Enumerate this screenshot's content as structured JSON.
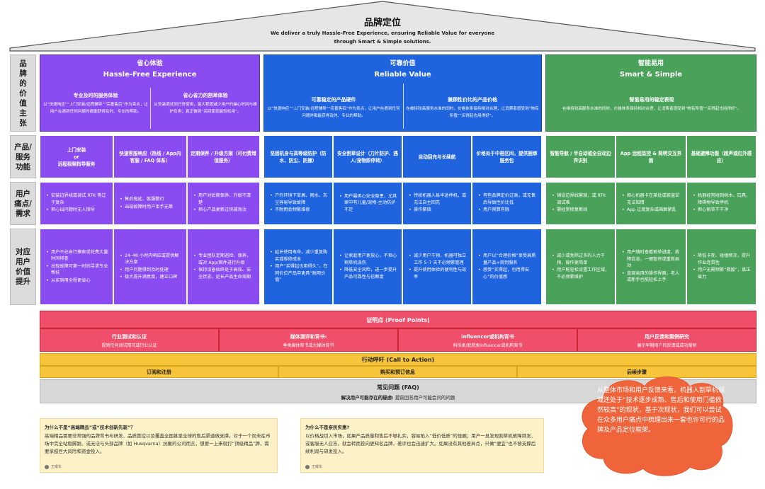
{
  "brand": {
    "title": "品牌定位",
    "subtitle": "We deliver a truly Hassle-Free Experience, ensuring Reliable Value for everyone through Smart & Simple solutions."
  },
  "rows": {
    "value": "品牌的价值主张",
    "product": "产品/服务功能",
    "pain": "用户痛点/需求",
    "response": "对应用户价值提升"
  },
  "pillars": [
    {
      "title_cn": "省心体验",
      "title_en": "Hassle-Free Experience",
      "color": "#8a4cf0",
      "subs": [
        {
          "t": "专业及时的服务体验",
          "d": "以“快速响应”“上门安装/远程辅导”“完善售后”作为卖点，让用户在遇到任何问题时都能获得及时、专业的帮助。"
        },
        {
          "t": "省心省力的割草体验",
          "d": "从安装调试到日常使用，最大程度减少用户的操心时间与维护负担；真正做到“买回家就能轻松用”。"
        }
      ],
      "features": [
        "上门安装\nor\n远程视频指导服务",
        "快速客服响应（热线 / App内客服 / FAQ 体系）",
        "定期保养 / 升级方案（可付费增值服务）"
      ],
      "pains": [
        [
          "安装边界线或调试 RTK 等过于复杂",
          "担心出问题时无人指导"
        ],
        [
          "售后拖延、客服敷衍",
          "出现故障时用户束手无策"
        ],
        [
          "用户对后期保养、升级不清楚",
          "担心产品更新过快被淘汰"
        ]
      ],
      "responses": [
        [
          "用户不必自行摸索或花费大量时间排查",
          "出现故障可第一时间寻求专业帮扶",
          "从买到用全程更省心"
        ],
        [
          "24–48 小时内响应或提供解决方案",
          "用户问题得到及时处理",
          "极大提升满意度，建立口碑"
        ],
        [
          "专业团队定期巡检、保养，或对 App/固件进行升级",
          "保持设备始终处于高效、安全状态，延长产品生命周期"
        ]
      ]
    },
    {
      "title_cn": "可靠价值",
      "title_en": "Reliable Value",
      "color": "#1f63df",
      "subs": [
        {
          "t": "可靠稳定的产品硬件",
          "d": "以“快速响应”“上门安装/远程辅导”“完善售后”作为卖点，让用户在遇到任何问题时都能获得及时、专业的帮助。"
        },
        {
          "t": "兼顾性价比的产品价格",
          "d": "在维持较高服务水准的同时，价格体系保持相对合理，让消费者感受到“物有所值”“买得起也用得好”。"
        }
      ],
      "features": [
        "坚固机身与高等级防护（防水、防尘、防撞）",
        "安全割草设计（刀片防护、遇人/宠物即停转）",
        "自动回充与长续航",
        "价格处于中档区间，提供捆绑服务包"
      ],
      "pains": [
        [
          "户外环境下草屑、雨水、灰尘容易导致故障",
          "不耐用会频繁维修"
        ],
        [
          "用户最担心安全隐患，尤其家中有儿童/宠物-主动防护不足"
        ],
        [
          "传统机器人易半途停机，或无法自主回充",
          "操作繁琐"
        ],
        [
          "有些品牌定价过高，或无售后导致性价比低",
          "用户预算有限"
        ]
      ],
      "responses": [
        [
          "延长使用寿命，减少重复购买或维修成本",
          "用户“买得起也用得久”，在同价位产品中更具“耐用价值”"
        ],
        [
          "让家庭用户更放心，不担心割草机误伤",
          "降低安全风险，进一步提升产品可靠性与信赖度"
        ],
        [
          "减少用户干预，机器可独立工作 5–7 天不必频繁管理",
          "提升使用体验的便利性与效率"
        ],
        [
          "用户以“合理价格”享受高质量产品+周到服务",
          "感受“买得起，也用得安心”的价值感"
        ]
      ]
    },
    {
      "title_cn": "智能易用",
      "title_en": "Smart & Simple",
      "color": "#4aa15a",
      "subs": [
        {
          "t": "智能易用的稳定表现",
          "d": "在维持较高服务水准的同时，价格体系保持相对合理，让消费者感受到“物有所值”“买得起也用得好”。"
        }
      ],
      "features": [
        "智能导航 / 半自动或全自动边界识别",
        "App 远程监控 & 简明交互界面",
        "基础避障功能（超声或红外感应）"
      ],
      "pains": [
        [
          "铺设边界线繁琐，或 RTK 调试难",
          "需经常修复断线"
        ],
        [
          "担心机器卡在某处或被盗却无法知情",
          "App 过度复杂或画面繁乱"
        ],
        [
          "机器经常碰到树木、玩具，障碍物导致停机",
          "担心割草不干净"
        ]
      ],
      "responses": [
        [
          "减少或免除过多的人力干预，操作更简单",
          "用户能轻松设置工作区域，不必频繁维护"
        ],
        [
          "用户随时查看割草进度、故障信息，一键暂停或重新启动",
          "直观易用的操作界面，老人或新手也能轻松上手"
        ],
        [
          "降低卡死、碰撞频次，提升作业连贯性",
          "用户无需频繁“救援”，真正省力"
        ]
      ]
    }
  ],
  "proof": {
    "title": "证明点 (Proof Points)",
    "items": [
      {
        "t": "行业测试和认证",
        "d": "提到任何测试情况或行业认证"
      },
      {
        "t": "媒体测评和背书:",
        "d": "垂类媒体背书或大媒体背书"
      },
      {
        "t": "influencer或机构背书",
        "d": "科技类/庭院类influencer或机构背书"
      },
      {
        "t": "用户反馈和案例研究",
        "d": "展示早期用户的反馈或成功案例"
      }
    ]
  },
  "cta": {
    "title": "行动呼吁 (Call to Action)",
    "items": [
      "订阅和注册",
      "购买和预订信息",
      "后续步骤"
    ]
  },
  "faq": {
    "title": "常见问题 (FAQ)",
    "label": "解决用户可能存在的疑虑:",
    "desc": "提前回答用户可能会问的问题"
  },
  "notes": [
    {
      "q": "为什么不是“高端精品”或“技术创新先驱”？",
      "a": "高端精品需要非常强的品牌背书与研发、品质管控以及覆盖全国甚至全球的售后渠道做支撑。对于一个尚未在市场中完全站稳脚跟、或无法与头部品牌（如 Husqvarna）抗衡的公司而言，想要一上来就打“顶级精品”牌，需要承担巨大风险和资金投入。",
      "author": "王曜东"
    },
    {
      "q": "为什么不是亲民实惠?",
      "a": "以价格战切入市场，如果产品质量和售后不够扎实，容易陷入“低价低质”的怪圈；用户一旦发现割草机故障频发、或客服无人应答，就会转而投向更知名品牌，差评也会迅速扩大。如果没有其他差异点，只做“便宜”也不够支撑后续利润与研发投入。",
      "author": "王曜东"
    }
  ],
  "callout": "从整体市场和用户反馈来看，机器人割草机领域还处于“技术逐步成熟、售后和使用门槛依然较高”的现状，基于次现状，我们可以尝试在众多用户痛点中梳理出来一套也许可行的品牌及产品定位框架。"
}
